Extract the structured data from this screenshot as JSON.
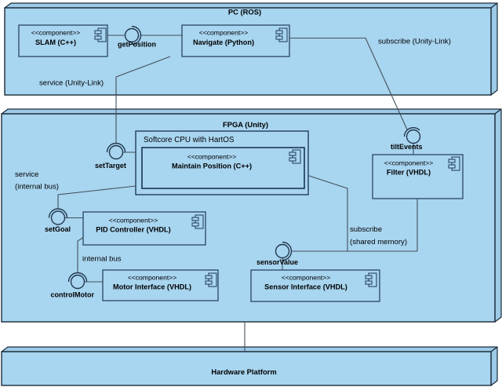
{
  "colors": {
    "background": "#ffffff",
    "node_fill": "#a8d5f0",
    "node_side_fill": "#9ccae7",
    "node_border": "#1c2b3a",
    "component_border": "#2a4763",
    "connector": "#44505a",
    "text": "#000000"
  },
  "nodes": {
    "pc": {
      "title": "PC (ROS)"
    },
    "fpga": {
      "title": "FPGA (Unity)"
    },
    "hardware": {
      "title": "Hardware Platform"
    }
  },
  "groups": {
    "softcore": {
      "title": "Softcore CPU with HartOS"
    }
  },
  "components": {
    "slam": {
      "stereotype": "<<component>>",
      "name": "SLAM (C++)"
    },
    "navigate": {
      "stereotype": "<<component>>",
      "name": "Navigate (Python)"
    },
    "maintain_position": {
      "stereotype": "<<component>>",
      "name": "Maintain Position (C++)"
    },
    "filter": {
      "stereotype": "<<component>>",
      "name": "Filter (VHDL)"
    },
    "pid_controller": {
      "stereotype": "<<component>>",
      "name": "PID Controller (VHDL)"
    },
    "motor_interface": {
      "stereotype": "<<component>>",
      "name": "Motor Interface (VHDL)"
    },
    "sensor_interface": {
      "stereotype": "<<component>>",
      "name": "Sensor Interface (VHDL)"
    }
  },
  "interfaces": {
    "get_position": {
      "label": "getPosition"
    },
    "set_target": {
      "label": "setTarget"
    },
    "set_goal": {
      "label": "setGoal"
    },
    "control_motor": {
      "label": "controlMotor"
    },
    "sensor_value": {
      "label": "sensorValue"
    },
    "tilt_events": {
      "label": "tiltEvents"
    }
  },
  "edge_labels": {
    "service_unity_link": "service (Unity-Link)",
    "subscribe_unity_link": "subscribe (Unity-Link)",
    "service_internal_bus_line1": "service",
    "service_internal_bus_line2": "(internal bus)",
    "internal_bus": "internal bus",
    "subscribe_shared_memory_line1": "subscribe",
    "subscribe_shared_memory_line2": "(shared memory)"
  },
  "connections": [
    {
      "from": "SLAM (C++)",
      "to": "Navigate (Python)",
      "interface": "getPosition",
      "label": ""
    },
    {
      "from": "Navigate (Python)",
      "to": "Maintain Position (C++)",
      "interface": "setTarget",
      "label": "service (Unity-Link)"
    },
    {
      "from": "Filter (VHDL)",
      "to": "Navigate (Python)",
      "interface": "tiltEvents",
      "label": "subscribe (Unity-Link)"
    },
    {
      "from": "Maintain Position (C++)",
      "to": "PID Controller (VHDL)",
      "interface": "setGoal",
      "label": "service (internal bus)"
    },
    {
      "from": "PID Controller (VHDL)",
      "to": "Motor Interface (VHDL)",
      "interface": "controlMotor",
      "label": "internal bus"
    },
    {
      "from": "Maintain Position (C++) and Filter (VHDL)",
      "to": "Sensor Interface (VHDL)",
      "interface": "sensorValue",
      "label": "subscribe (shared memory)"
    },
    {
      "from": "FPGA (Unity)",
      "to": "Hardware Platform",
      "interface": "",
      "label": ""
    }
  ]
}
